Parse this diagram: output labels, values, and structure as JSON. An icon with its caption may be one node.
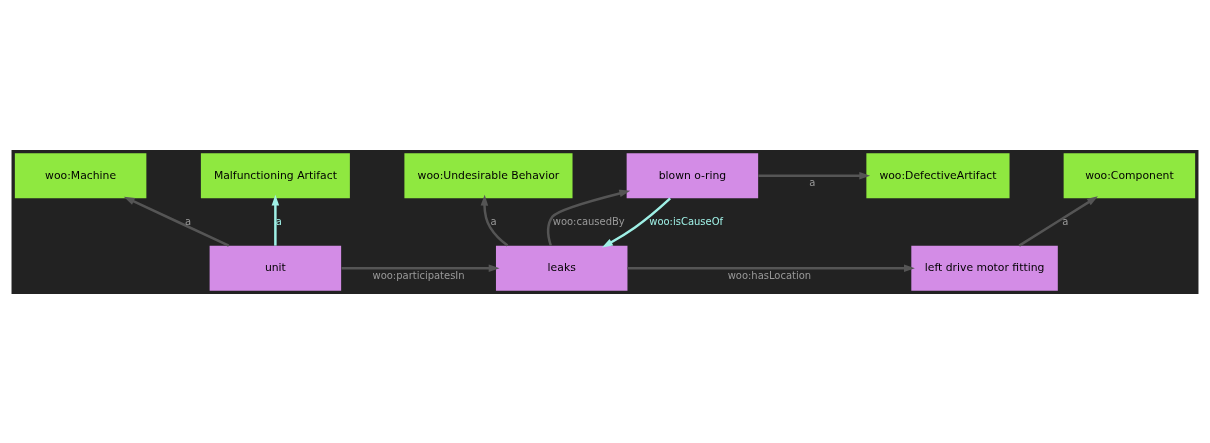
{
  "diagram": {
    "nodes": [
      {
        "text": [
          "woo:Machine"
        ]
      },
      {
        "text": [
          "woo:Undesirable Behavior"
        ]
      },
      {
        "text": [
          "woo:Component"
        ]
      },
      {
        "text": [
          "unit"
        ]
      },
      {
        "text": [
          "leaks"
        ]
      },
      {
        "text": [
          "left drive motor fitting"
        ]
      },
      {
        "text": [
          "Malfunctioning Artifact"
        ]
      },
      {
        "text": [
          "blown o-ring"
        ]
      },
      {
        "text": [
          "woo:DefectiveArtifact"
        ]
      }
    ],
    "edges": [
      {
        "from": 3,
        "to": 0,
        "arrow": "to",
        "label": "a"
      },
      {
        "from": 4,
        "to": 1,
        "arrow": "to",
        "label": "a"
      },
      {
        "from": 5,
        "to": 2,
        "arrow": "to",
        "label": "a"
      },
      {
        "from": 3,
        "to": 4,
        "arrow": "to",
        "label": "woo:participatesIn"
      },
      {
        "from": 4,
        "to": 5,
        "arrow": "to",
        "label": "woo:hasLocation"
      },
      {
        "from": 3,
        "to": 6,
        "arrow": "to",
        "label": "a",
        "color": "#9ff0e6"
      },
      {
        "from": 4,
        "to": 7,
        "arrow": "to",
        "label": "woo:causedBy"
      },
      {
        "from": 7,
        "to": 4,
        "arrow": "to",
        "label": "woo:isCauseOf",
        "color": "#9ff0e6"
      },
      {
        "from": 7,
        "to": 8,
        "arrow": "to",
        "label": "a"
      }
    ]
  }
}
